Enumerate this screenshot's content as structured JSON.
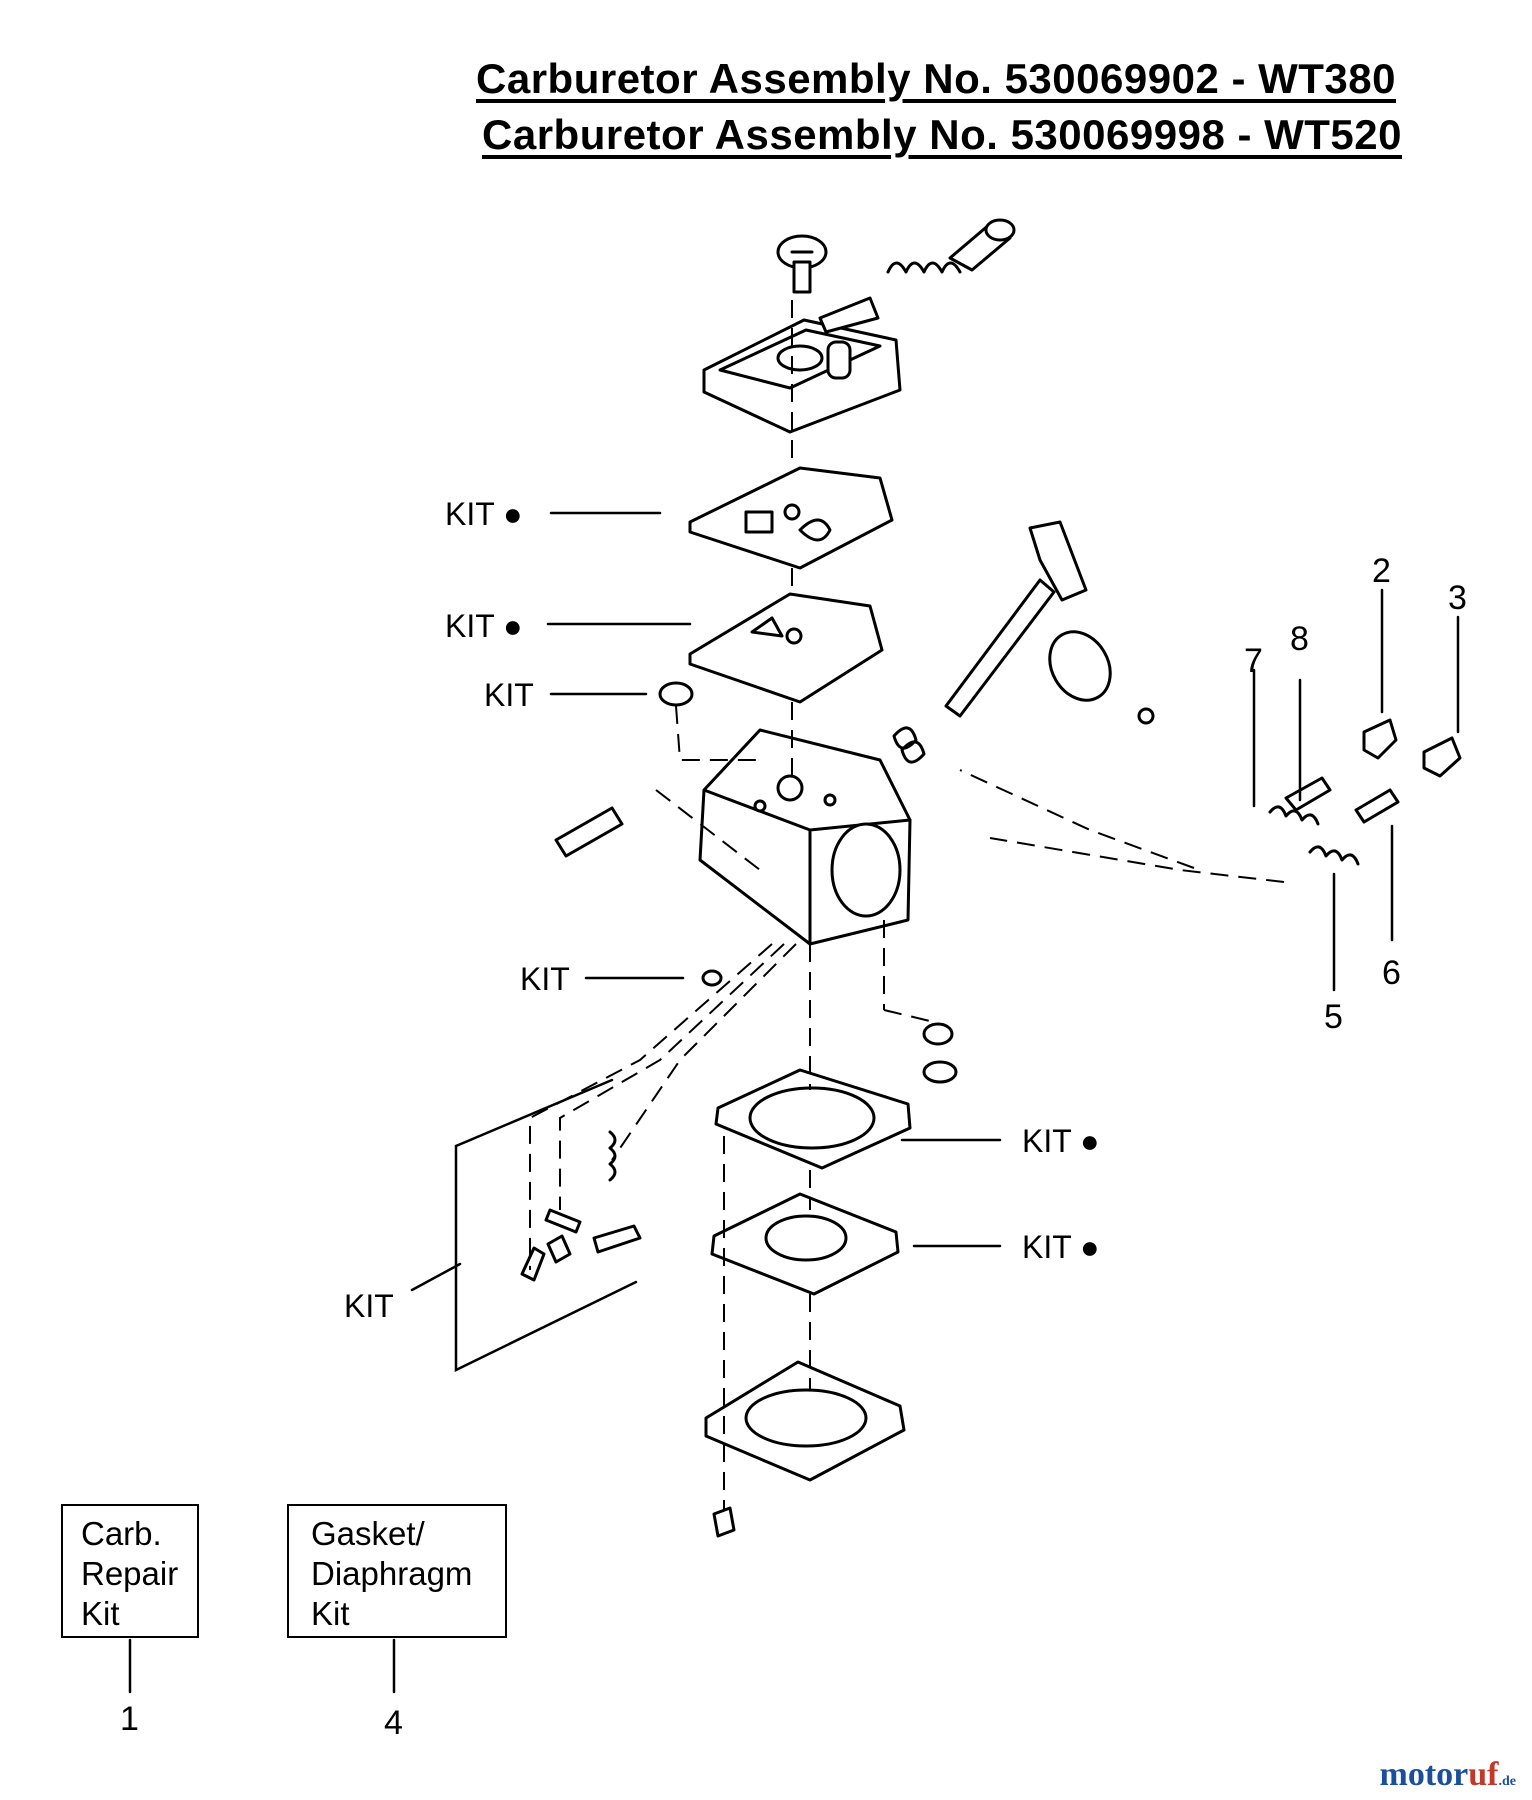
{
  "titles": {
    "line1": "Carburetor Assembly No. 530069902 - WT380",
    "line2": "Carburetor Assembly No. 530069998 - WT520"
  },
  "callouts": {
    "kit_dot": "KIT ●",
    "kit": "KIT"
  },
  "part_numbers": [
    "1",
    "2",
    "3",
    "4",
    "5",
    "6",
    "7",
    "8"
  ],
  "kits": {
    "carb_repair": [
      "Carb.",
      "Repair",
      "Kit"
    ],
    "gasket_diaphragm": [
      "Gasket/",
      "Diaphragm",
      "Kit"
    ]
  },
  "watermark": {
    "brand_a": "motor",
    "brand_b": "uf",
    "tld": ".de"
  },
  "colors": {
    "ink": "#000000",
    "paper": "#ffffff",
    "watermark_blue": "#1b4f9c",
    "watermark_red": "#c0392b"
  }
}
